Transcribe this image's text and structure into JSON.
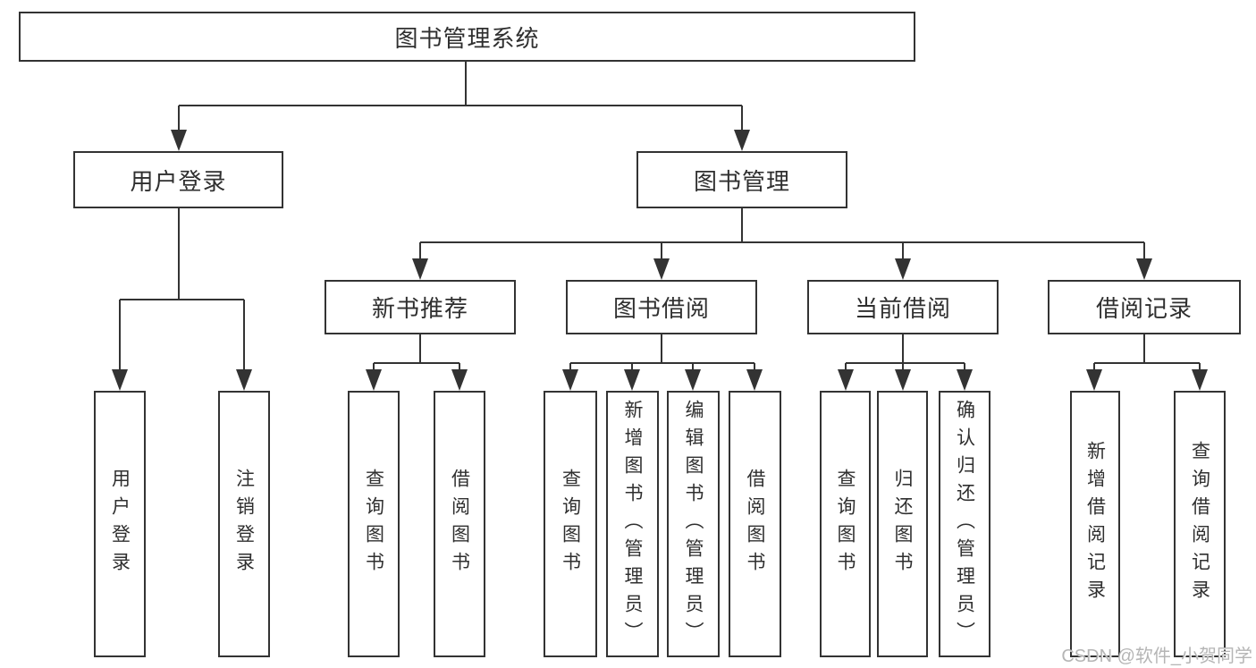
{
  "tree": {
    "root": "图书管理系统",
    "user_branch": {
      "label": "用户登录",
      "leaves": [
        "用户登录",
        "注销登录"
      ]
    },
    "book_branch": {
      "label": "图书管理",
      "sections": [
        {
          "label": "新书推荐",
          "leaves": [
            "查询图书",
            "借阅图书"
          ]
        },
        {
          "label": "图书借阅",
          "leaves": [
            "查询图书",
            "新增图书（管理员）",
            "编辑图书（管理员）",
            "借阅图书"
          ]
        },
        {
          "label": "当前借阅",
          "leaves": [
            "查询图书",
            "归还图书",
            "确认归还（管理员）"
          ]
        },
        {
          "label": "借阅记录",
          "leaves": [
            "新增借阅记录",
            "查询借阅记录"
          ]
        }
      ]
    }
  },
  "watermark": {
    "text": "CSDN @软件_小贺同学",
    "color": "#b5b5b5"
  },
  "colors": {
    "line": "#333333",
    "text": "#2f2f2f",
    "node_background": "#ffffff",
    "page_background": "#ffffff"
  }
}
